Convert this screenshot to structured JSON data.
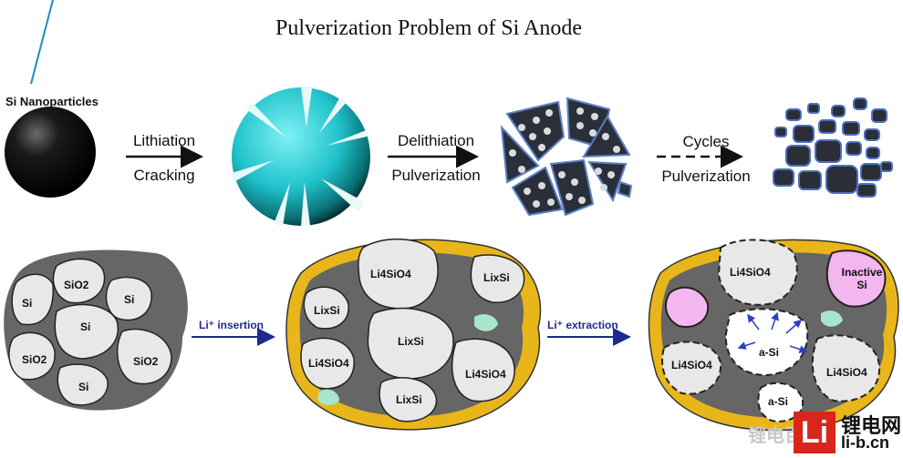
{
  "title": "Pulverization Problem of Si Anode",
  "top_row": {
    "nanoparticle_label": "Si Nanoparticles",
    "step1": {
      "line1": "Lithiation",
      "line2": "Cracking"
    },
    "step2": {
      "line1": "Delithiation",
      "line2": "Pulverization"
    },
    "step3": {
      "line1": "Cycles",
      "line2": "Pulverization"
    }
  },
  "bottom_row": {
    "left_particles": [
      "Si",
      "SiO2",
      "Si",
      "Si",
      "SiO2",
      "SiO2",
      "Si"
    ],
    "insertion_label": "Li⁺ insertion",
    "middle_particles": [
      "Li4SiO4",
      "LixSi",
      "LixSi",
      "LixSi",
      "Li4SiO4",
      "Li4SiO4",
      "LixSi"
    ],
    "extraction_label": "Li⁺ extraction",
    "right_particles": [
      "Li4SiO4",
      "Inactive Si",
      "a-Si",
      "Li4SiO4",
      "Li4SiO4",
      "a-Si"
    ]
  },
  "watermark": {
    "logo_letter": "Li",
    "site_name": "锂电网",
    "site_url": "li-b.cn",
    "wechat_text": "锂电百科"
  },
  "colors": {
    "cyan_particle": "#22c4cc",
    "binder": "#f2b817",
    "shell": "#666666",
    "core": "#e6e6e6",
    "inactive": "#f4b6ee",
    "arrow_blue": "#1f2a8c",
    "logo_red": "#d9261c"
  }
}
